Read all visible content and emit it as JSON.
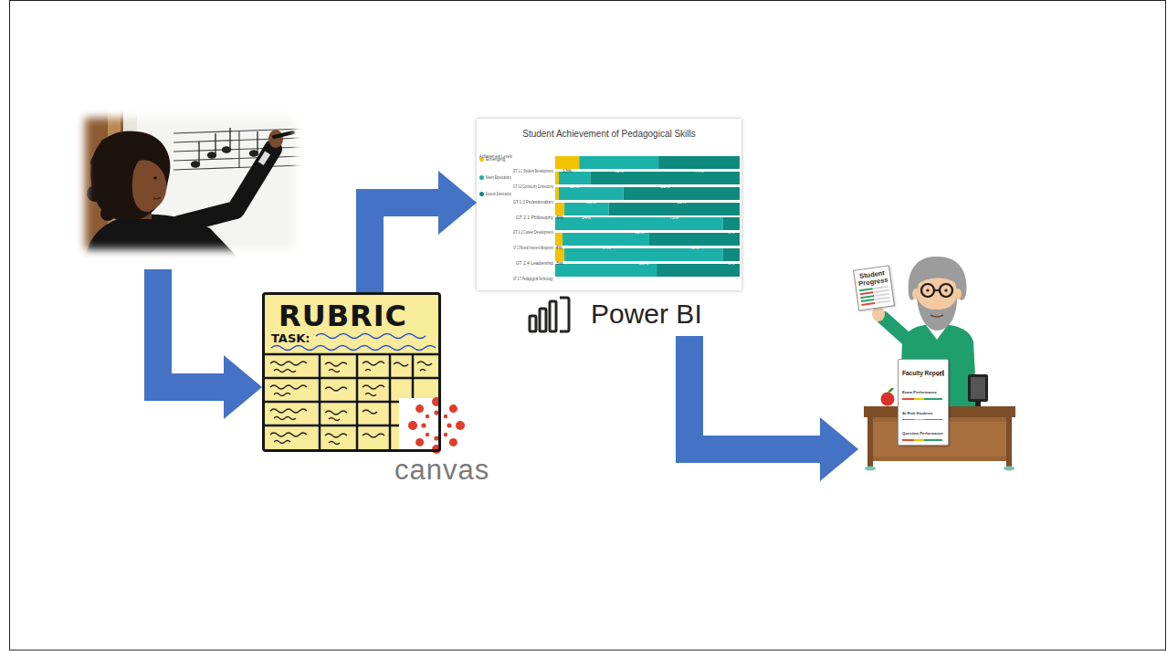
{
  "diagram": {
    "nodes": [
      {
        "text": [
          "RUBRIC",
          "TASK:"
        ]
      },
      {
        "text": [
          "Student Achievement of Pedagogical Skills",
          "Power BI"
        ]
      },
      {
        "text": [
          "Student Progress"
        ]
      },
      {
        "text": [
          "Faculty Report",
          "Exam Performance",
          "At Risk Students",
          "Question Performance"
        ]
      }
    ],
    "edges": [
      {
        "from": 0,
        "to": 1,
        "arrow": "to"
      },
      {
        "from": 1,
        "to": 3,
        "arrow": "to"
      }
    ],
    "labels": [
      "Achievement Levels",
      "GT 1.1 Student Development",
      "GT 1.2 Community Connections",
      "GT 1.3 Professionalism",
      "GT 2.1 Philosophy",
      "GT 2.2 Career Development",
      "GT 2.3 Musical Instrument Management",
      "GT 2.4 Leadership",
      "GT 2.7 Pedagogical Technology",
      "13%",
      "43%",
      "44%",
      "17%",
      "81%",
      "35%",
      "63%",
      "5%",
      "24%",
      "71%",
      "91%",
      "9%",
      "4%",
      "47%",
      "49%",
      "5%",
      "86%",
      "9%",
      "55%",
      "45%",
      "canvas"
    ],
    "legend": [
      {
        "text": "Emerging",
        "color": "#f2c200"
      },
      {
        "text": "Meets Expectations",
        "color": "#1cb1a8"
      },
      {
        "text": "Exceeds Expectations",
        "color": "#0e8a7e"
      }
    ]
  }
}
